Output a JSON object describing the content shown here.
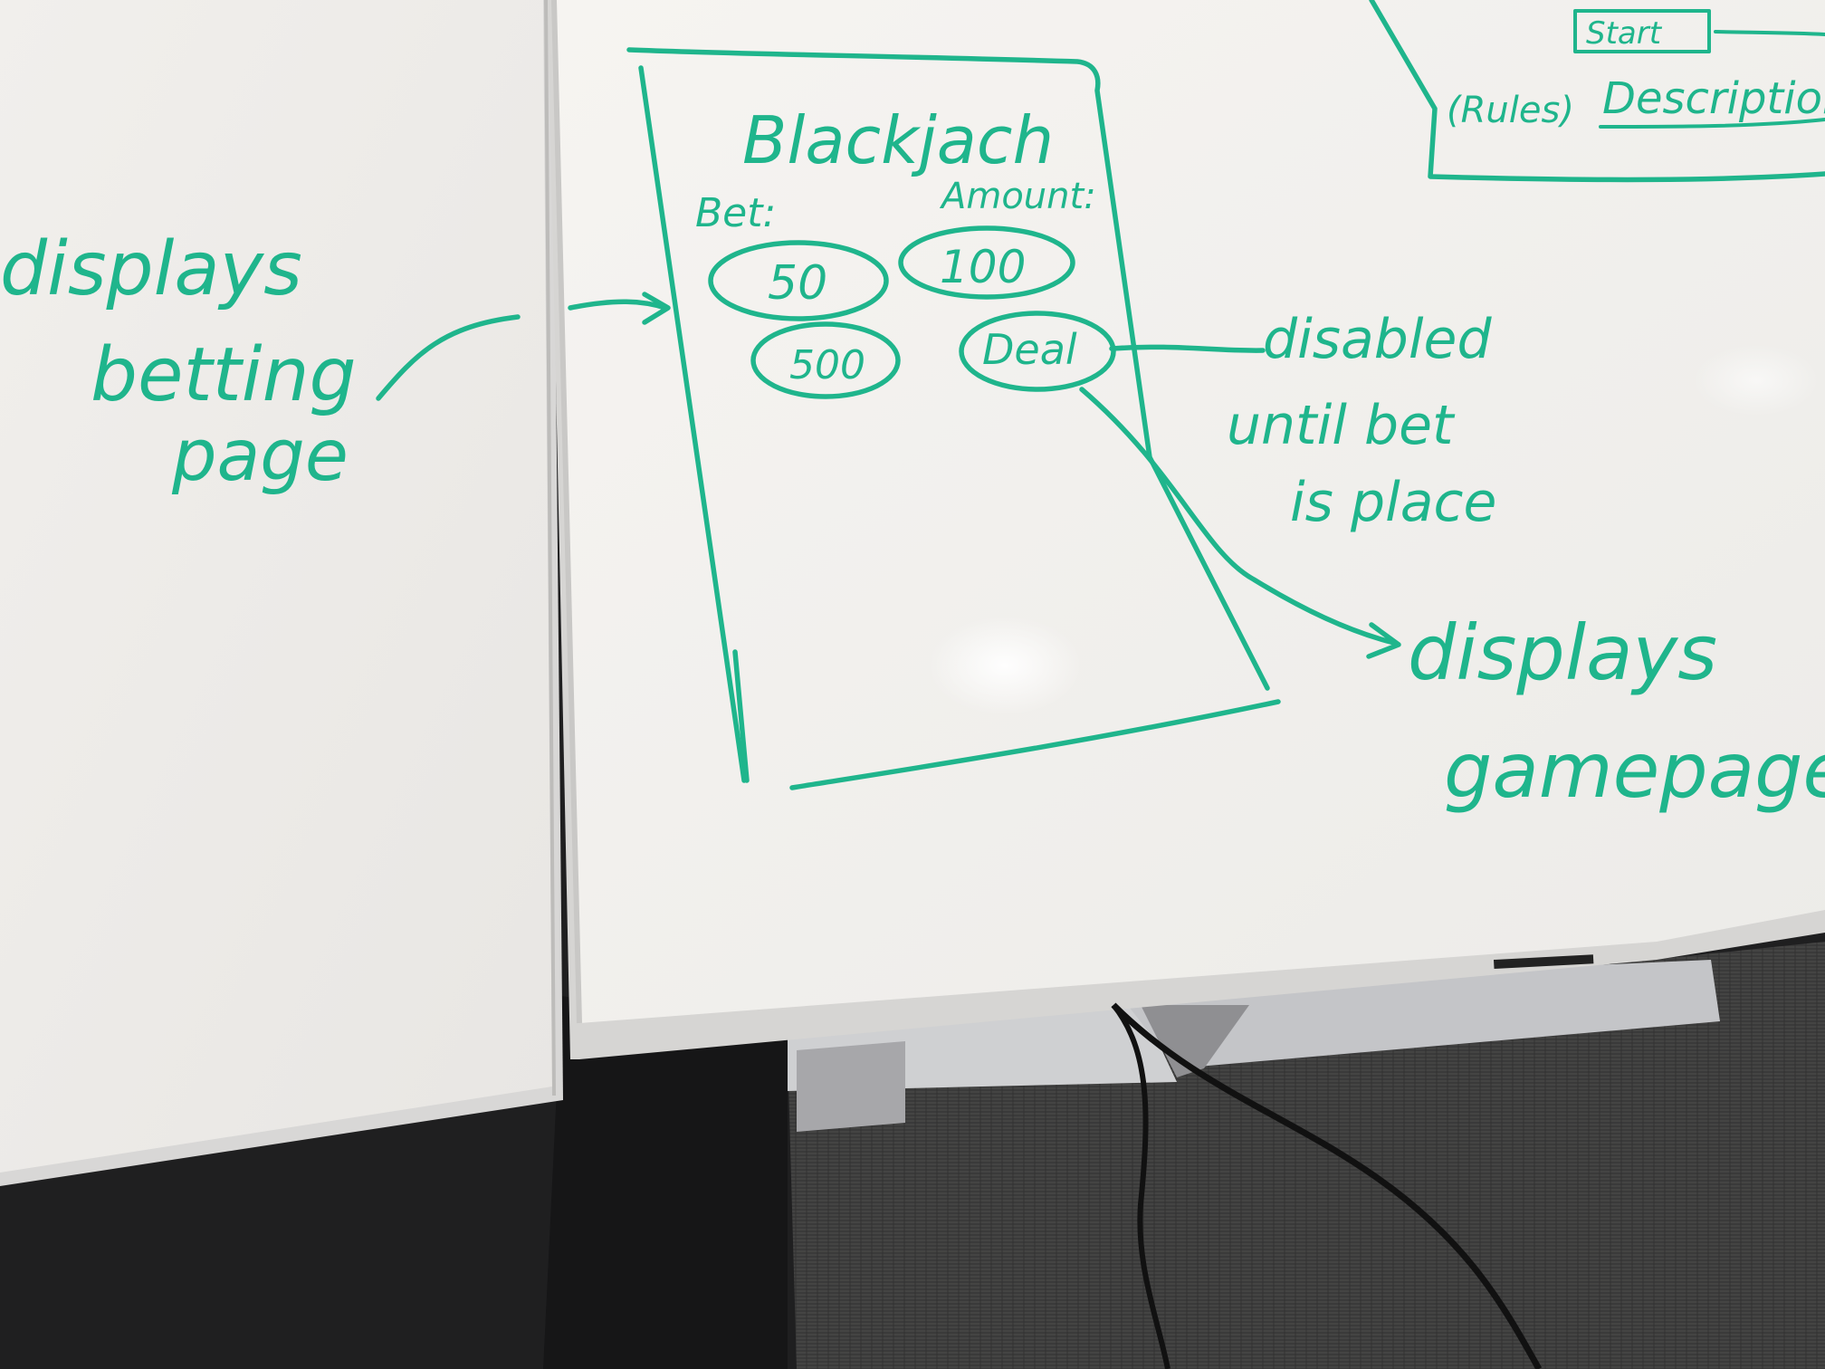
{
  "left_note": {
    "line1": "displays",
    "line2": "betting",
    "line3": "page"
  },
  "wireframe": {
    "title": "Blackjach",
    "bet_label": "Bet:",
    "amount_label": "Amount:",
    "chips": [
      "50",
      "100",
      "500"
    ],
    "deal_button": "Deal"
  },
  "deal_note": {
    "line1": "disabled",
    "line2": "until bet",
    "line3": "is place"
  },
  "result_note": {
    "line1": "displays",
    "line2": "gamepage"
  },
  "top_right_fragment": {
    "start_label": "Start",
    "rules_label": "(Rules)",
    "description_label": "Description"
  },
  "colors": {
    "marker": "#1fb58c",
    "board": "#f3f1ee",
    "carpet": "#3b3a3a"
  }
}
